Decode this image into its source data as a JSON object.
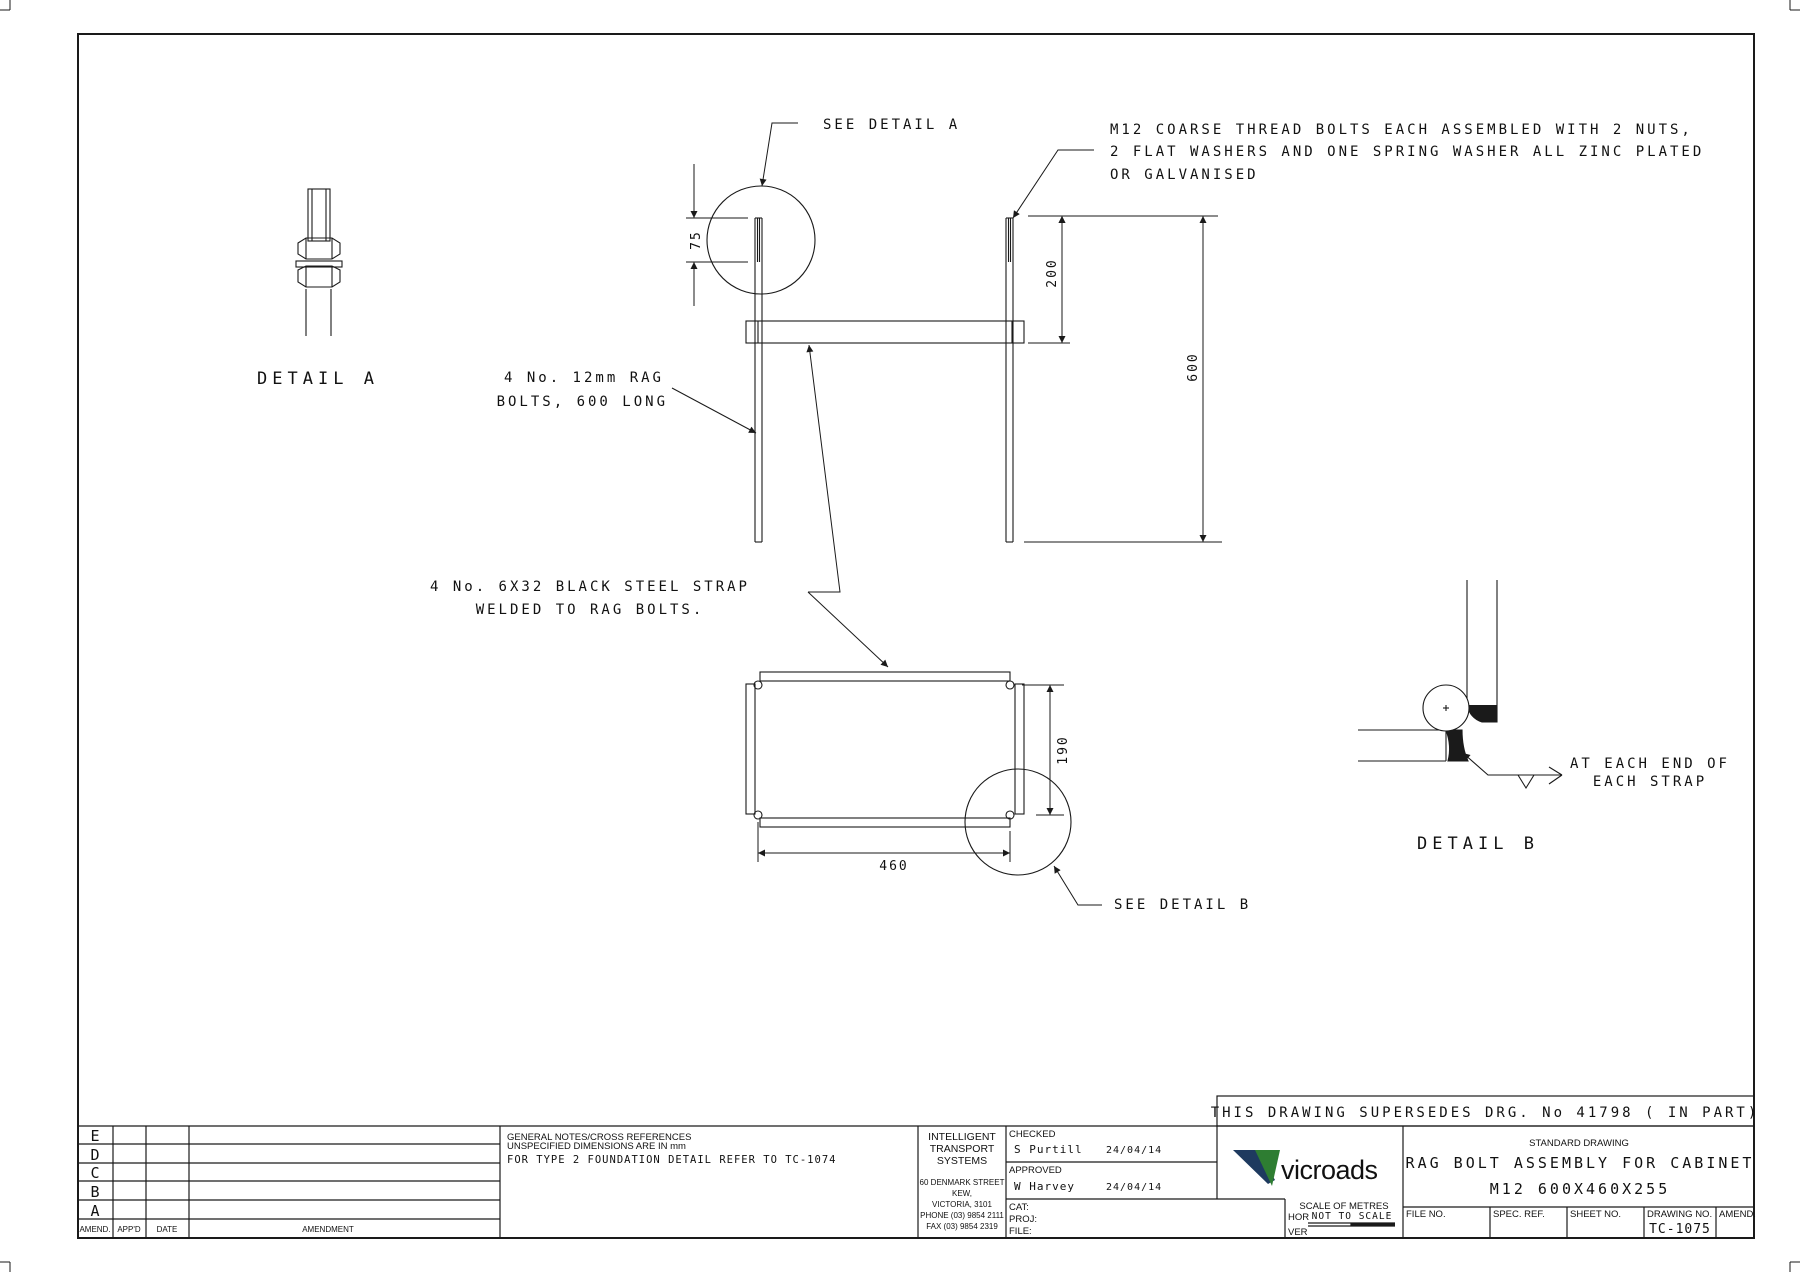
{
  "notes": {
    "see_detail_a": "SEE DETAIL A",
    "see_detail_b": "SEE DETAIL B",
    "bolts_line1": "M12 COARSE THREAD BOLTS EACH ASSEMBLED WITH 2 NUTS,",
    "bolts_line2": "2 FLAT WASHERS AND ONE SPRING WASHER ALL ZINC PLATED",
    "bolts_line3": "OR GALVANISED",
    "rag_line1": "4 No. 12mm RAG",
    "rag_line2": "BOLTS, 600 LONG",
    "strap_line1": "4 No. 6X32 BLACK STEEL STRAP",
    "strap_line2": "WELDED TO RAG BOLTS.",
    "weld_line1": "AT EACH END OF",
    "weld_line2": "EACH STRAP"
  },
  "titles": {
    "detail_a": "DETAIL A",
    "detail_b": "DETAIL B"
  },
  "dimensions": {
    "thread_length": "75",
    "strap_height": "200",
    "bolt_length": "600",
    "frame_depth": "190",
    "frame_width": "460"
  },
  "title_block": {
    "supersedes": "THIS DRAWING SUPERSEDES DRG. No 41798 ( IN PART)",
    "amend_letters": [
      "E",
      "D",
      "C",
      "B",
      "A"
    ],
    "amend_headers": {
      "amend": "AMEND.",
      "appd": "APP'D",
      "date": "DATE",
      "amendment": "AMENDMENT"
    },
    "general_notes_line1": "GENERAL NOTES/CROSS REFERENCES",
    "general_notes_line2": "UNSPECIFIED DIMENSIONS ARE IN mm",
    "general_notes_line3": "FOR TYPE 2 FOUNDATION DETAIL REFER TO TC-1074",
    "org_line1": "INTELLIGENT",
    "org_line2": "TRANSPORT",
    "org_line3": "SYSTEMS",
    "addr_line1": "60 DENMARK STREET",
    "addr_line2": "KEW,",
    "addr_line3": "VICTORIA, 3101",
    "addr_line4": "PHONE (03) 9854 2111",
    "addr_line5": "FAX (03) 9854 2319",
    "checked_label": "CHECKED",
    "checked_name": "S Purtill",
    "checked_date": "24/04/14",
    "approved_label": "APPROVED",
    "approved_name": "W Harvey",
    "approved_date": "24/04/14",
    "cat_label": "CAT:",
    "proj_label": "PROJ:",
    "file_label": "FILE:",
    "logo_text": "vicroads",
    "scale_label": "SCALE OF METRES",
    "hor_label": "HOR",
    "ver_label": "VER",
    "scale_value": "NOT TO SCALE",
    "standard_drawing": "STANDARD DRAWING",
    "drawing_title1": "RAG BOLT ASSEMBLY FOR CABINET",
    "drawing_title2": "M12 600X460X255",
    "file_no_label": "FILE NO.",
    "spec_ref_label": "SPEC. REF.",
    "sheet_no_label": "SHEET NO.",
    "drawing_no_label": "DRAWING NO.",
    "amend_label": "AMEND.",
    "drawing_no": "TC-1075"
  },
  "colors": {
    "line": "#1a1a1a",
    "logo_green": "#2e7d32",
    "logo_text": "#1e3a5f"
  }
}
